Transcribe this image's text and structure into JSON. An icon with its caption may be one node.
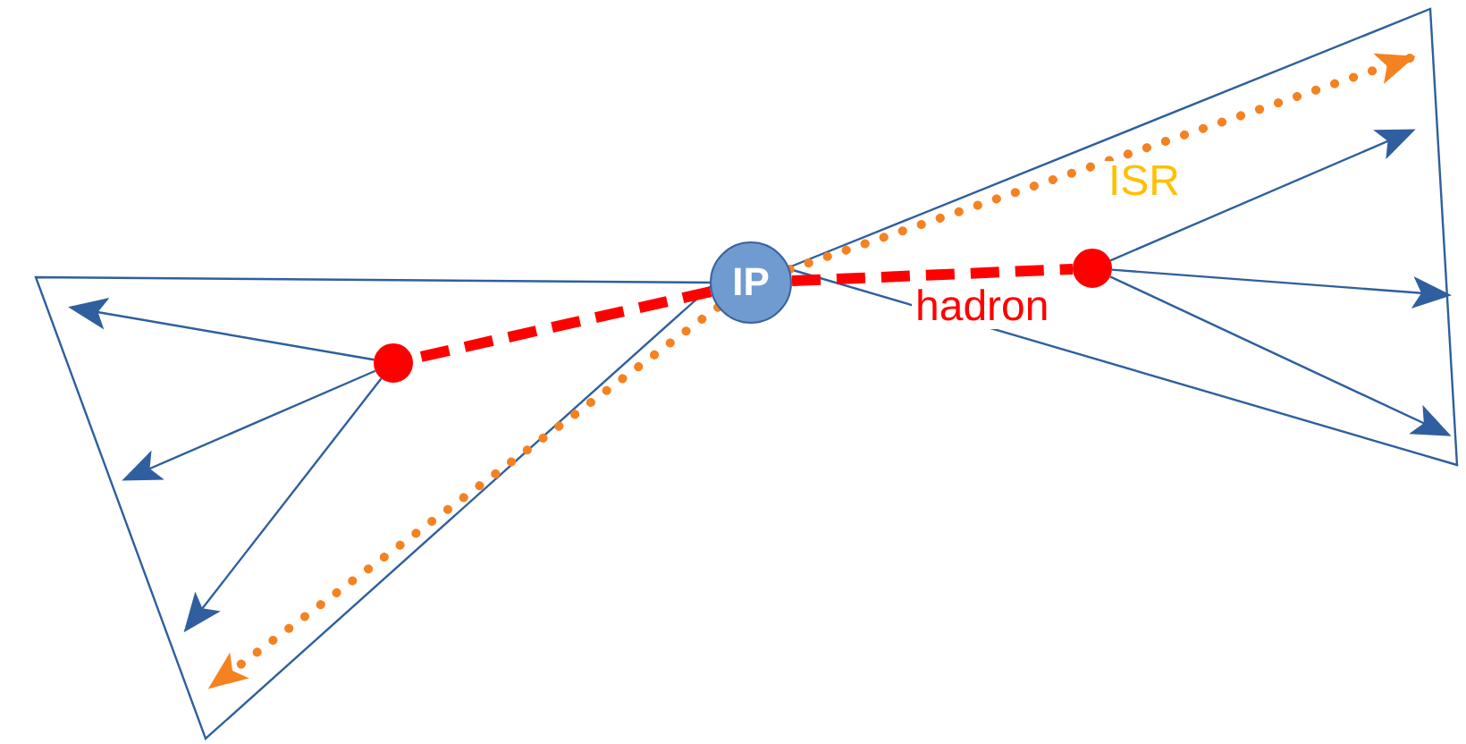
{
  "diagram": {
    "nodes": [
      {
        "text": [
          "IP"
        ]
      },
      {
        "text": [],
        "shape": "circle"
      },
      {
        "text": [],
        "shape": "circle"
      }
    ],
    "edges": [
      {
        "from": 0,
        "to": 1,
        "arrow": "none",
        "style": "dashed",
        "color": "#ff0000"
      },
      {
        "from": 0,
        "to": 2,
        "arrow": "none",
        "style": "dashed",
        "color": "#ff0000",
        "label": "hadron"
      },
      {
        "from": 0,
        "to": null,
        "arrow": "to",
        "style": "dashed",
        "color": "#f58220",
        "label": "ISR"
      },
      {
        "from": 0,
        "to": null,
        "arrow": "to",
        "style": "dashed",
        "color": "#f58220"
      },
      {
        "from": 1,
        "to": null,
        "arrow": "to"
      },
      {
        "from": 1,
        "to": null,
        "arrow": "to"
      },
      {
        "from": 1,
        "to": null,
        "arrow": "to"
      },
      {
        "from": 2,
        "to": null,
        "arrow": "to"
      },
      {
        "from": 2,
        "to": null,
        "arrow": "to"
      },
      {
        "from": 2,
        "to": null,
        "arrow": "to"
      }
    ]
  }
}
